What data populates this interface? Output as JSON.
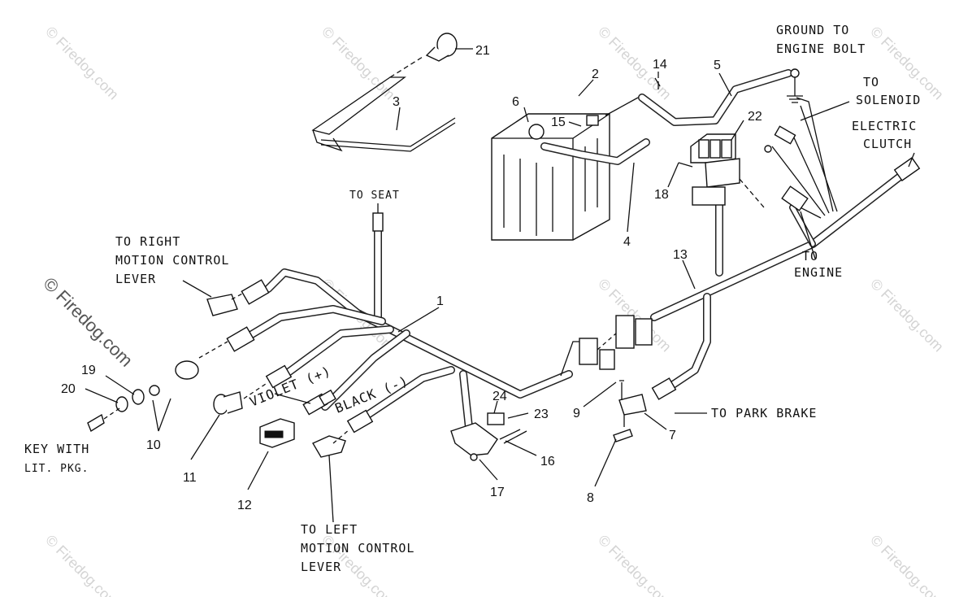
{
  "watermark": {
    "main": "© Firedog.com",
    "tile": "© Firedog.com"
  },
  "labels": {
    "to_seat": "TO SEAT",
    "to_right_motion": [
      "TO RIGHT",
      "MOTION CONTROL",
      "LEVER"
    ],
    "ground": [
      "GROUND TO",
      "ENGINE BOLT"
    ],
    "to_solenoid": [
      "TO",
      "SOLENOID"
    ],
    "electric_clutch": [
      "ELECTRIC",
      "CLUTCH"
    ],
    "to_engine": [
      "TO",
      "ENGINE"
    ],
    "violet": "VIOLET (+)",
    "black": "BLACK (-)",
    "to_park_brake": "TO PARK BRAKE",
    "key_with": [
      "KEY WITH",
      "LIT. PKG."
    ],
    "to_left_motion": [
      "TO LEFT",
      "MOTION CONTROL",
      "LEVER"
    ]
  },
  "callouts": {
    "n1": "1",
    "n2": "2",
    "n3": "3",
    "n4": "4",
    "n5": "5",
    "n6": "6",
    "n7": "7",
    "n8": "8",
    "n9": "9",
    "n10": "10",
    "n11": "11",
    "n12": "12",
    "n13": "13",
    "n14": "14",
    "n15": "15",
    "n16": "16",
    "n17": "17",
    "n18": "18",
    "n19": "19",
    "n20": "20",
    "n21": "21",
    "n22": "22",
    "n23": "23",
    "n24": "24"
  }
}
